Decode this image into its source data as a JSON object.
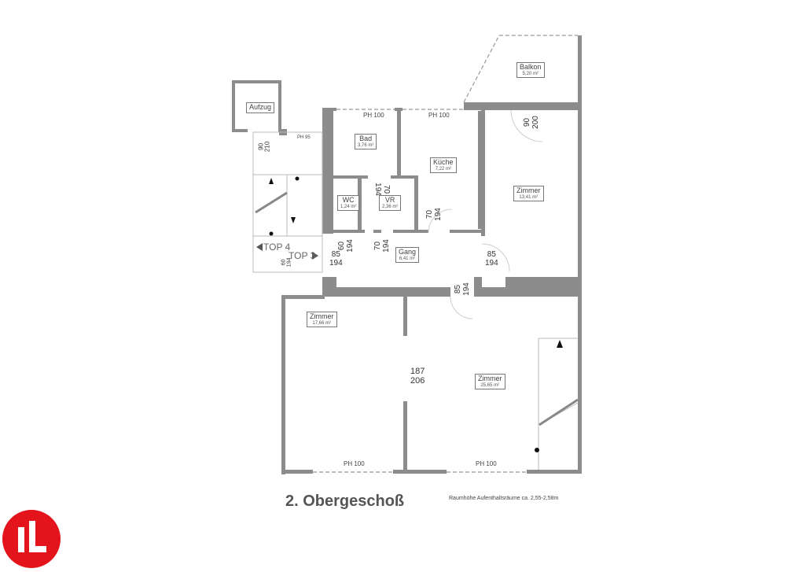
{
  "floor_title": "2. Obergeschoß",
  "ceiling_note": "Raumhöhe Aufenthaltsräume ca. 2,55-2,58m",
  "logo": {
    "text": "1L",
    "color": "#e3141b"
  },
  "colors": {
    "wall": "#8c8c8c",
    "outline": "#777777"
  },
  "rooms": {
    "aufzug": {
      "name": "Aufzug"
    },
    "bad": {
      "name": "Bad",
      "area": "3,76 m²"
    },
    "kueche": {
      "name": "Küche",
      "area": "7,22 m²"
    },
    "balkon": {
      "name": "Balkon",
      "area": "5,20 m²"
    },
    "zimmer_a": {
      "name": "Zimmer",
      "area": "13,41 m²"
    },
    "wc": {
      "name": "WC",
      "area": "1,24 m²"
    },
    "vr": {
      "name": "VR",
      "area": "2,36 m²"
    },
    "gang": {
      "name": "Gang",
      "area": "6,41 m²"
    },
    "zimmer_b": {
      "name": "Zimmer",
      "area": "17,66 m²"
    },
    "zimmer_c": {
      "name": "Zimmer",
      "area": "25,65 m²"
    }
  },
  "parapets": [
    "PH 95",
    "PH 100",
    "PH 100",
    "PH 100",
    "PH 100"
  ],
  "units": [
    "TOP 4",
    "TOP 3"
  ],
  "doors": [
    {
      "w": "90",
      "h": "210"
    },
    {
      "w": "90",
      "h": "200"
    },
    {
      "w": "70",
      "h": "194"
    },
    {
      "w": "70",
      "h": "194"
    },
    {
      "w": "60",
      "h": "194"
    },
    {
      "w": "85",
      "h": "194"
    },
    {
      "w": "60",
      "h": "194"
    },
    {
      "w": "70",
      "h": "194"
    },
    {
      "w": "85",
      "h": "194"
    },
    {
      "w": "85",
      "h": "194"
    },
    {
      "w": "187",
      "h": "206"
    }
  ]
}
